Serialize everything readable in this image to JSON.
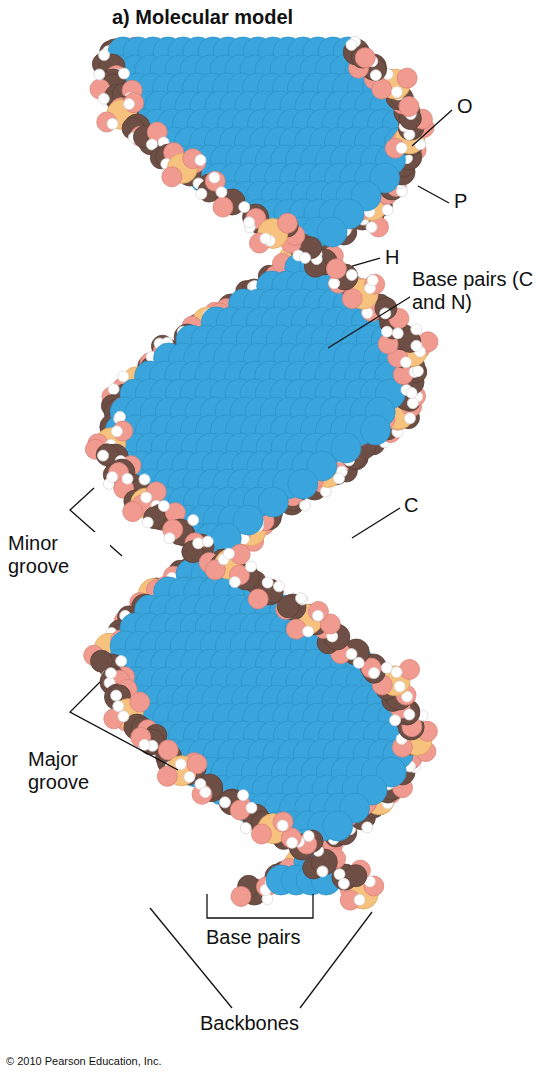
{
  "diagram": {
    "title": "a) Molecular model",
    "labels": [
      "O",
      "P",
      "H",
      "Base pairs (C and N)",
      "C",
      "Minor groove",
      "Major groove",
      "Base pairs",
      "Backbones",
      "© 2010 Pearson Education, Inc."
    ]
  }
}
